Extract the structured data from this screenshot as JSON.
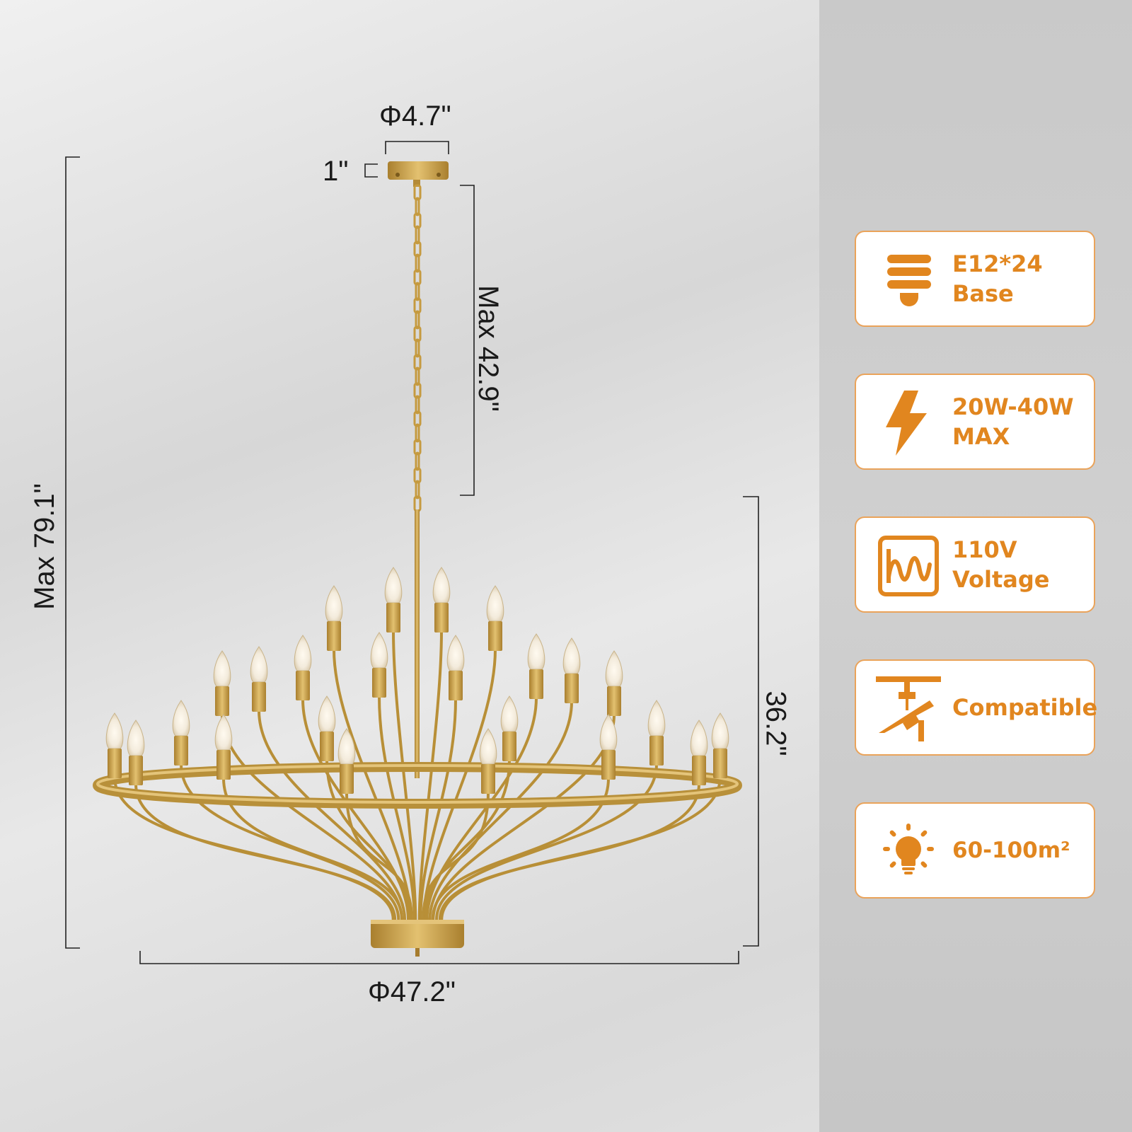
{
  "dimensions": {
    "canopy_diameter": "Φ4.7\"",
    "canopy_height": "1\"",
    "chain_length": "Max 42.9\"",
    "total_height": "Max 79.1\"",
    "body_height": "36.2\"",
    "body_diameter": "Φ47.2\""
  },
  "features": [
    {
      "icon": "bulb-base-icon",
      "line1": "E12*24",
      "line2": "Base"
    },
    {
      "icon": "lightning-icon",
      "line1": "20W-40W",
      "line2": "MAX"
    },
    {
      "icon": "voltage-icon",
      "line1": "110V",
      "line2": "Voltage"
    },
    {
      "icon": "sloped-ceiling-icon",
      "line1": "Compatible",
      "line2": ""
    },
    {
      "icon": "light-bulb-rays-icon",
      "line1": "60-100m²",
      "line2": ""
    }
  ],
  "colors": {
    "accent": "#e1861f",
    "card_border": "#eaa35a",
    "brass": "#c9a043"
  }
}
